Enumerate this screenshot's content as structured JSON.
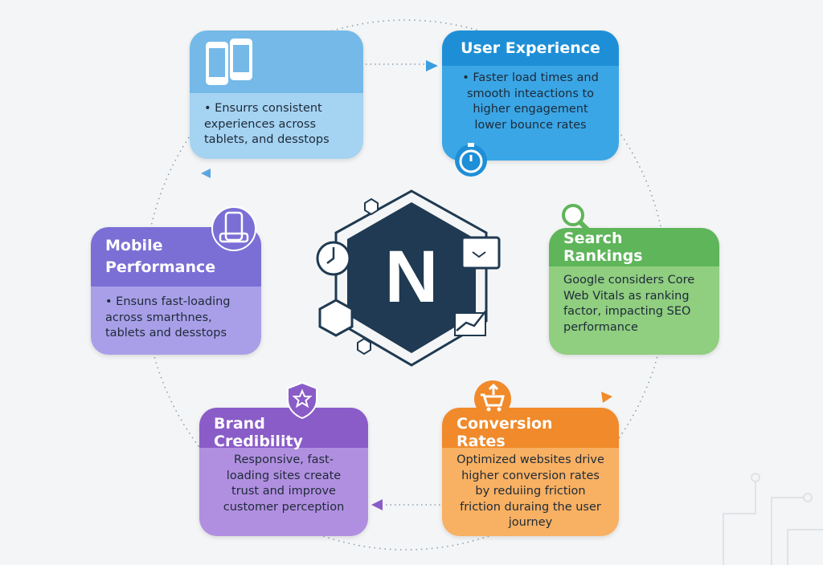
{
  "center": {
    "logo_letter": "N"
  },
  "cards": {
    "devices": {
      "title": "",
      "body": "• Ensurrs consistent experiences across tablets, and desstops"
    },
    "user_experience": {
      "title": "User Experience",
      "body": "• Faster load times and smooth inteactions to higher engagement lower bounce rates"
    },
    "mobile": {
      "title": "Mobile Performance",
      "body": "• Ensuns fast-loading across smarthnes, tablets and desstops"
    },
    "search": {
      "title": "Search Rankings",
      "body": "Google considers Core Web Vitals as ranking factor, impacting SEO performance"
    },
    "brand": {
      "title": "Brand Credibility",
      "body": "Responsive, fast-loading sites create trust and improve customer perception"
    },
    "conversion": {
      "title": "Conversion Rates",
      "body": "Optimized websites drive higher conversion rates by reduiing friction friction duraing the user journey"
    }
  },
  "colors": {
    "blue_light": "#74b9e8",
    "blue": "#1e8fd6",
    "purple": "#7b6fd6",
    "green": "#5fb55a",
    "violet": "#8a5cc8",
    "orange": "#f08a2a",
    "navy": "#1f3a52"
  }
}
